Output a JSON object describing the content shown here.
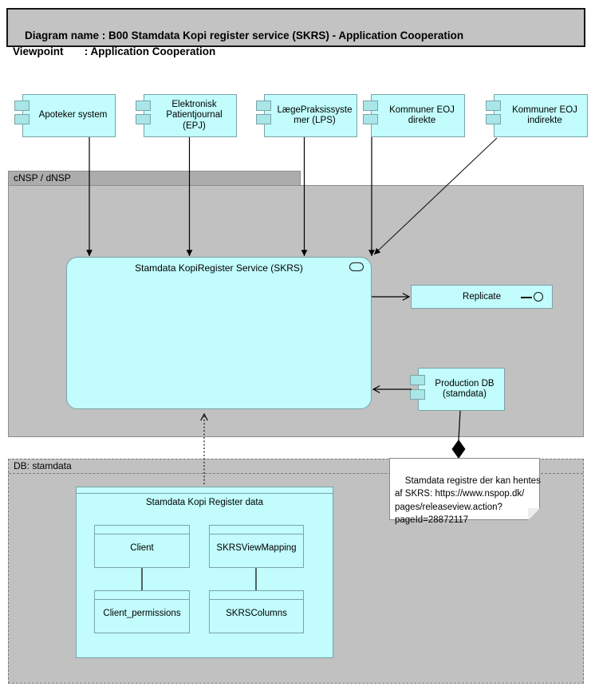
{
  "header": {
    "lines": [
      "Diagram name : B00 Stamdata Kopi register service (SKRS) - Application Cooperation",
      "Viewpoint       : Application Cooperation"
    ]
  },
  "applications": [
    {
      "label": "Apoteker system"
    },
    {
      "label": [
        "Elektronisk",
        "Patientjournal",
        "(EPJ)"
      ]
    },
    {
      "label": [
        "LægePraksissyste",
        "mer (LPS)"
      ]
    },
    {
      "label": [
        "Kommuner EOJ",
        "direkte"
      ]
    },
    {
      "label": [
        "Kommuner EOJ",
        "indirekte"
      ]
    }
  ],
  "groups": {
    "nsp": {
      "label": "cNSP / dNSP"
    },
    "db": {
      "label": "DB: stamdata"
    }
  },
  "service": {
    "label": "Stamdata KopiRegister Service (SKRS)"
  },
  "replicate": {
    "label": "Replicate"
  },
  "production_db": {
    "label": [
      "Production DB",
      "(stamdata)"
    ]
  },
  "note": {
    "lines": [
      "Stamdata registre der kan hentes",
      "af SKRS: https://www.nspop.dk/",
      "pages/releaseview.action?",
      "pageId=28872117"
    ]
  },
  "data_model": {
    "title": "Stamdata Kopi Register data",
    "entities": [
      {
        "label": "Client"
      },
      {
        "label": "SKRSViewMapping"
      },
      {
        "label": "Client_permissions"
      },
      {
        "label": "SKRSColumns"
      }
    ]
  },
  "colors": {
    "element_fill": "#c2fcfc",
    "element_icon_fill": "#a8e6e8",
    "element_border": "#7aa4a8",
    "group_body_fill": "#c1c1c1",
    "group_tab_fill": "#acacac",
    "titlebar_fill": "#c3c3c3",
    "note_fill": "#ffffff",
    "connector": "#000000"
  }
}
